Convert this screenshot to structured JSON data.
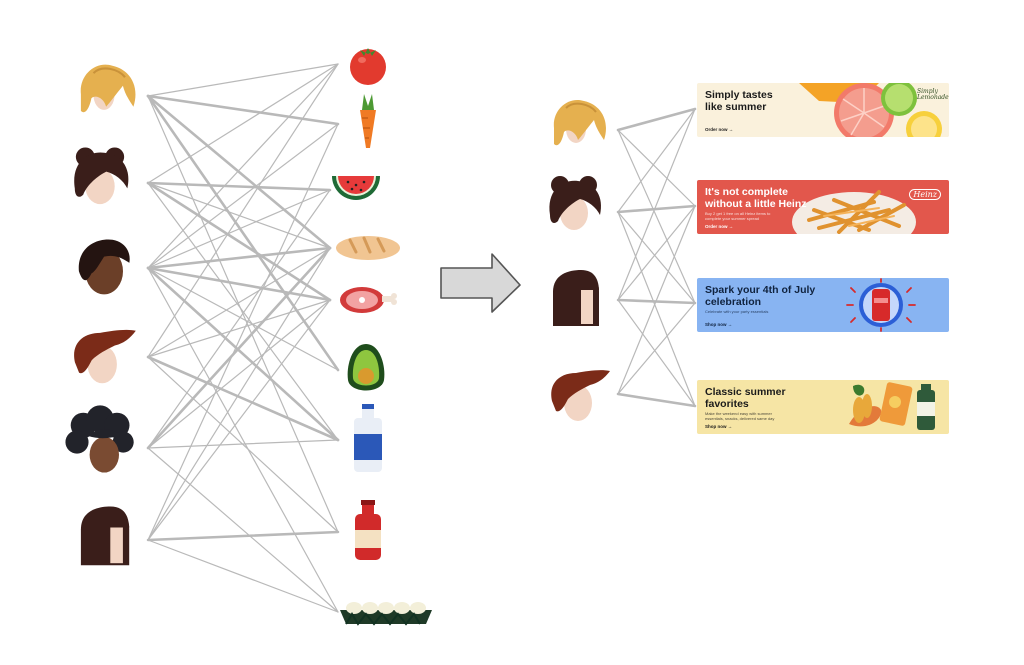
{
  "diagram": {
    "left_people": [
      "person-blonde",
      "person-bun",
      "person-dark-short",
      "person-red-quiff",
      "person-afro",
      "person-bob"
    ],
    "foods": [
      "tomato",
      "carrot",
      "watermelon",
      "bread",
      "ham",
      "avocado",
      "water-bottle",
      "juice-bottle",
      "egg-carton"
    ],
    "right_people": [
      "person-blonde",
      "person-bun",
      "person-bob",
      "person-red-quiff"
    ],
    "arrow": "right-arrow-icon",
    "colors": {
      "connector": "#b9b9b9",
      "arrow_fill": "#d8d8d8",
      "arrow_stroke": "#555555"
    }
  },
  "ads": [
    {
      "title": "Simply tastes\nlike summer",
      "subtitle": "",
      "cta": "Order now →",
      "brand": "Simply Lemonade",
      "colors": {
        "bg": "#faf1dc",
        "text": "#1b1b1b"
      }
    },
    {
      "title": "It's not complete\nwithout a little Heinz",
      "subtitle": "Buy 2 get 1 free on all Heinz items to complete your summer spread",
      "cta": "Order now →",
      "brand": "Heinz",
      "colors": {
        "bg": "#e2574c",
        "text": "#ffffff"
      }
    },
    {
      "title": "Spark your 4th of July\ncelebration",
      "subtitle": "Celebrate with your party essentials",
      "cta": "Shop now →",
      "brand": "",
      "colors": {
        "bg": "#88b4f2",
        "text": "#10233f"
      }
    },
    {
      "title": "Classic summer favorites",
      "subtitle": "Make the weekend easy with summer essentials, snacks, delivered same day",
      "cta": "Shop now →",
      "brand": "",
      "colors": {
        "bg": "#f6e5a5",
        "text": "#1b1b1b"
      }
    }
  ]
}
